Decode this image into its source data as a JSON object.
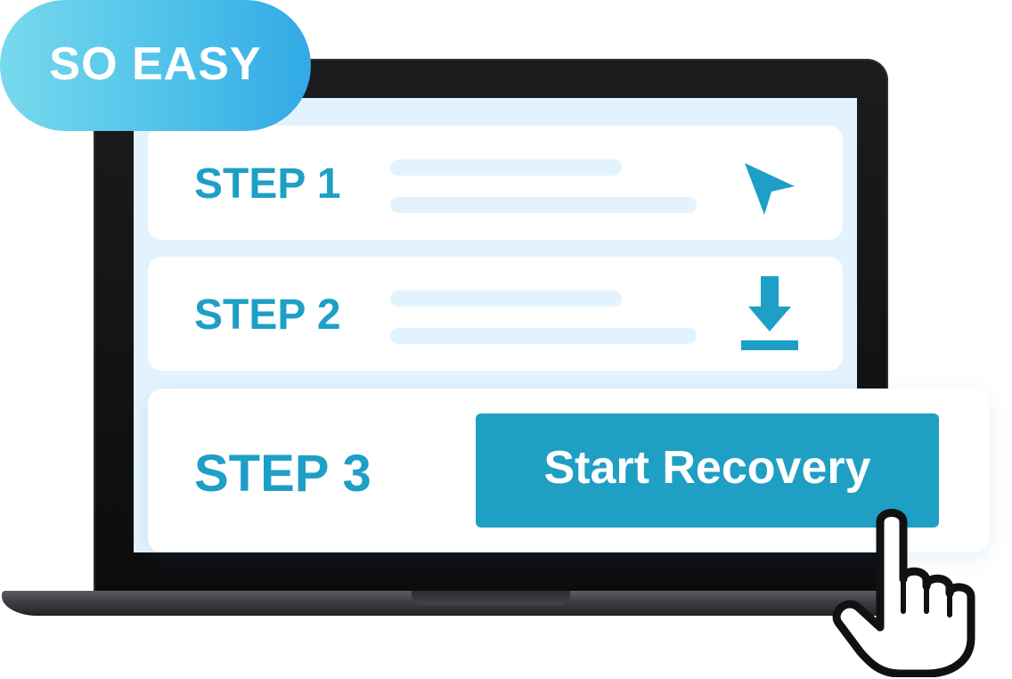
{
  "badge": {
    "text": "SO EASY"
  },
  "steps": [
    {
      "label": "STEP 1",
      "icon": "cursor-arrow-icon"
    },
    {
      "label": "STEP 2",
      "icon": "download-icon"
    },
    {
      "label": "STEP 3"
    }
  ],
  "action": {
    "label": "Start Recovery"
  },
  "colors": {
    "accent": "#1e9fc7",
    "button": "#1f9fc4",
    "screen_bg": "#e3f3fd",
    "badge_gradient": [
      "#77d9ec",
      "#31a9e6"
    ]
  }
}
